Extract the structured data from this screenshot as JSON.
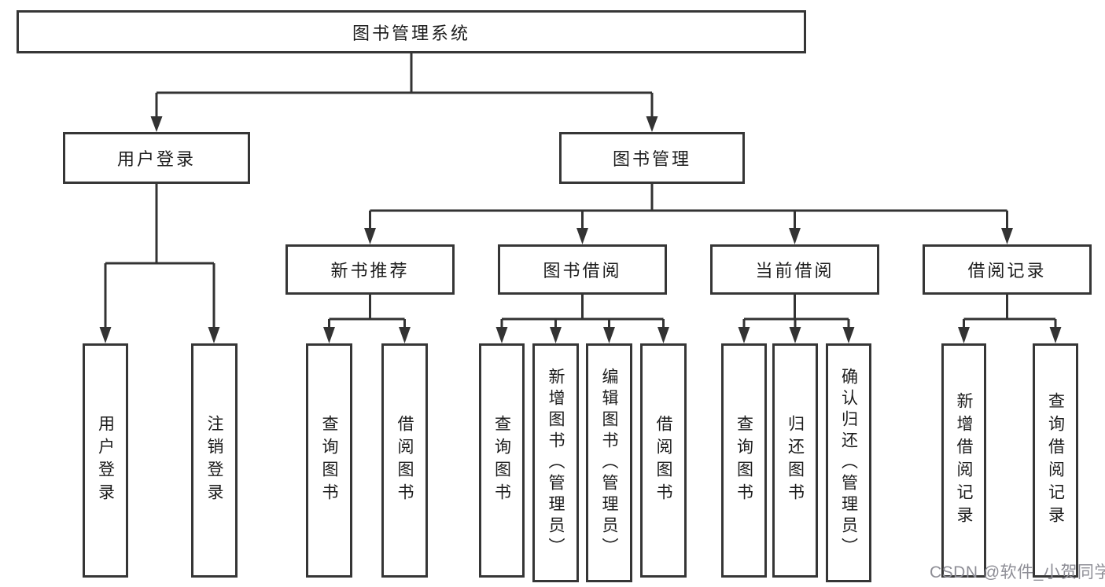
{
  "tree": {
    "root": {
      "label": "图书管理系统",
      "children": [
        {
          "label": "用户登录",
          "children": [
            {
              "label": "用户登录"
            },
            {
              "label": "注销登录"
            }
          ]
        },
        {
          "label": "图书管理",
          "children": [
            {
              "label": "新书推荐",
              "children": [
                {
                  "label": "查询图书"
                },
                {
                  "label": "借阅图书"
                }
              ]
            },
            {
              "label": "图书借阅",
              "children": [
                {
                  "label": "查询图书"
                },
                {
                  "label": "新增图书（管理员）"
                },
                {
                  "label": "编辑图书（管理员）"
                },
                {
                  "label": "借阅图书"
                }
              ]
            },
            {
              "label": "当前借阅",
              "children": [
                {
                  "label": "查询图书"
                },
                {
                  "label": "归还图书"
                },
                {
                  "label": "确认归还（管理员）"
                }
              ]
            },
            {
              "label": "借阅记录",
              "children": [
                {
                  "label": "新增借阅记录"
                },
                {
                  "label": "查询借阅记录"
                }
              ]
            }
          ]
        }
      ]
    }
  },
  "watermark": {
    "text": "CSDN @软件_小贺同学",
    "color": "#8e8e96"
  },
  "colors": {
    "line": "#333333",
    "box_border": "#363636",
    "box_fill": "#ffffff",
    "text": "#1c1c1c",
    "background": "#ffffff"
  }
}
